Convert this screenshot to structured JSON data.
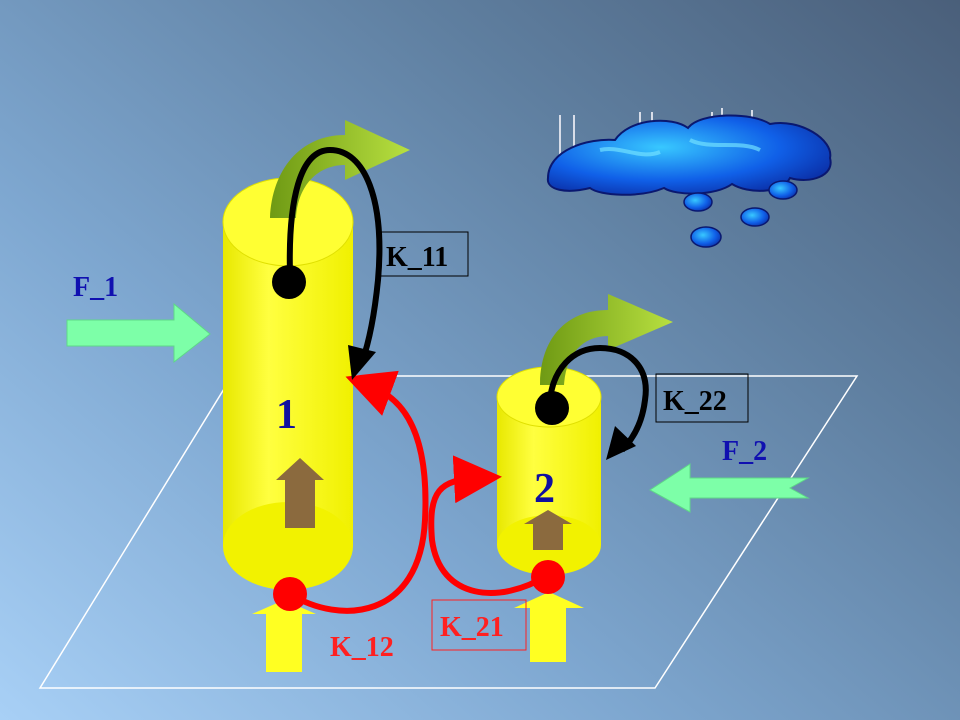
{
  "diagram": {
    "compartments": [
      {
        "id": "1",
        "label": "1"
      },
      {
        "id": "2",
        "label": "2"
      }
    ],
    "inflows": [
      {
        "id": "F_1",
        "label": "F_1"
      },
      {
        "id": "F_2",
        "label": "F_2"
      }
    ],
    "rates": [
      {
        "id": "K_11",
        "label": "K_11",
        "boxed": true
      },
      {
        "id": "K_22",
        "label": "K_22",
        "boxed": true
      },
      {
        "id": "K_12",
        "label": "K_12",
        "boxed": false
      },
      {
        "id": "K_21",
        "label": "K_21",
        "boxed": true
      }
    ],
    "icons": [
      "rain-cloud-icon"
    ],
    "colors": {
      "compartment_fill": "#ffff00",
      "inflow_arrow": "#7dffa8",
      "exchange_arrow": "#ff0000",
      "self_loop_arrow": "#000000",
      "outflow_arrow": "#99cc33",
      "uptake_arrow": "#8b6a3e",
      "rate_label_text": "#000000",
      "k12_text": "#ff2020",
      "compartment_text": "#1010a0",
      "inflow_text": "#1010b0"
    }
  }
}
